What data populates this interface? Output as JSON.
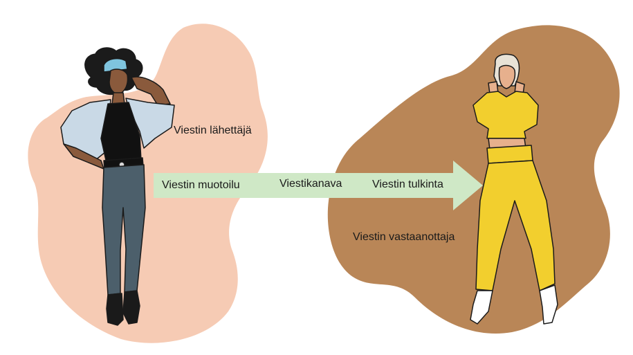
{
  "diagram": {
    "sender_label": "Viestin lähettäjä",
    "encoding_label": "Viestin muotoilu",
    "channel_label": "Viestikanava",
    "decoding_label": "Viestin tulkinta",
    "receiver_label": "Viestin vastaanottaja"
  },
  "colors": {
    "sender_blob": "#f6cbb4",
    "receiver_blob": "#b98657",
    "arrow": "#cfe8c6",
    "jacket": "#c9d9e6",
    "jeans": "#4c5f6b",
    "skin_dark": "#8a5a3c",
    "tracksuit": "#f2cf2e",
    "skin_light": "#e7b08d"
  },
  "icons": {
    "sender": "woman-in-denim-jacket-illustration",
    "receiver": "woman-in-yellow-tracksuit-illustration"
  }
}
